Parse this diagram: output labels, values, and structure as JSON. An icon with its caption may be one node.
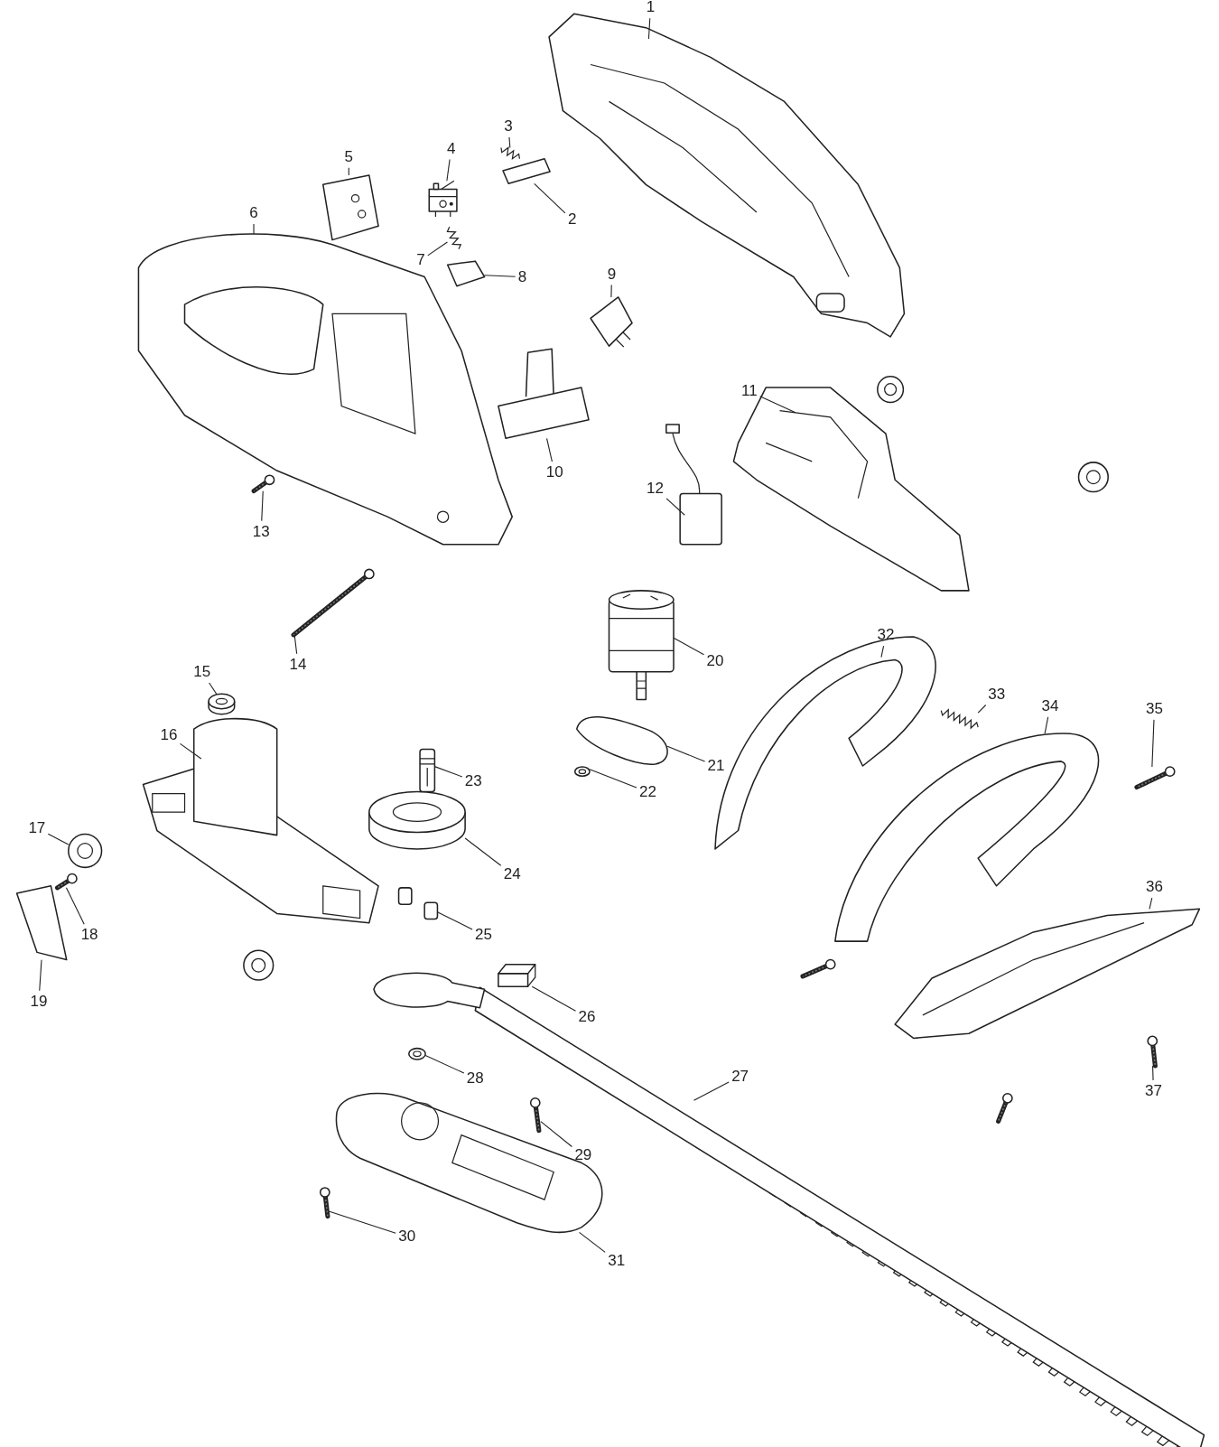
{
  "diagram": {
    "nodes": [
      {
        "text": [
          "1"
        ]
      },
      {
        "text": [
          "2"
        ]
      },
      {
        "text": [
          "3"
        ]
      },
      {
        "text": [
          "4"
        ]
      },
      {
        "text": [
          "5"
        ]
      },
      {
        "text": [
          "6"
        ]
      },
      {
        "text": [
          "7"
        ]
      },
      {
        "text": [
          "8"
        ]
      },
      {
        "text": [
          "9"
        ]
      },
      {
        "text": [
          "10"
        ]
      },
      {
        "text": [
          "11"
        ]
      },
      {
        "text": [
          "12"
        ]
      },
      {
        "text": [
          "13"
        ]
      },
      {
        "text": [
          "14"
        ]
      },
      {
        "text": [
          "15"
        ]
      },
      {
        "text": [
          "16"
        ]
      },
      {
        "text": [
          "17"
        ]
      },
      {
        "text": [
          "18"
        ]
      },
      {
        "text": [
          "19"
        ]
      },
      {
        "text": [
          "20"
        ]
      },
      {
        "text": [
          "21"
        ]
      },
      {
        "text": [
          "22"
        ]
      },
      {
        "text": [
          "23"
        ]
      },
      {
        "text": [
          "24"
        ]
      },
      {
        "text": [
          "25"
        ]
      },
      {
        "text": [
          "26"
        ]
      },
      {
        "text": [
          "27"
        ]
      },
      {
        "text": [
          "28"
        ]
      },
      {
        "text": [
          "29"
        ]
      },
      {
        "text": [
          "30"
        ]
      },
      {
        "text": [
          "31"
        ]
      },
      {
        "text": [
          "32"
        ]
      },
      {
        "text": [
          "33"
        ]
      },
      {
        "text": [
          "34"
        ]
      },
      {
        "text": [
          "35"
        ]
      },
      {
        "text": [
          "36"
        ]
      },
      {
        "text": [
          "37"
        ]
      },
      {
        "text": [],
        "shape": "picture"
      },
      {
        "text": [],
        "shape": "picture"
      },
      {
        "text": [],
        "shape": "picture"
      },
      {
        "text": [],
        "shape": "picture"
      },
      {
        "text": [],
        "shape": "picture"
      },
      {
        "text": [],
        "shape": "picture"
      },
      {
        "text": [],
        "shape": "picture"
      },
      {
        "text": [],
        "shape": "picture"
      },
      {
        "text": [],
        "shape": "picture"
      },
      {
        "text": [],
        "shape": "picture"
      },
      {
        "text": [],
        "shape": "picture"
      },
      {
        "text": [],
        "shape": "picture"
      },
      {
        "text": [],
        "shape": "picture"
      },
      {
        "text": [],
        "shape": "picture"
      },
      {
        "text": [],
        "shape": "picture"
      },
      {
        "text": [],
        "shape": "picture"
      },
      {
        "text": [],
        "shape": "picture"
      },
      {
        "text": [],
        "shape": "picture"
      },
      {
        "text": [],
        "shape": "picture"
      },
      {
        "text": [],
        "shape": "picture"
      },
      {
        "text": [],
        "shape": "picture"
      },
      {
        "text": [],
        "shape": "picture"
      },
      {
        "text": [],
        "shape": "picture"
      },
      {
        "text": [],
        "shape": "picture"
      },
      {
        "text": [],
        "shape": "picture"
      },
      {
        "text": [],
        "shape": "picture"
      },
      {
        "text": [],
        "shape": "picture"
      },
      {
        "text": [],
        "shape": "picture"
      },
      {
        "text": [],
        "shape": "picture"
      },
      {
        "text": [],
        "shape": "picture"
      },
      {
        "text": [],
        "shape": "picture"
      },
      {
        "text": [],
        "shape": "picture"
      },
      {
        "text": [],
        "shape": "picture"
      },
      {
        "text": [],
        "shape": "picture"
      },
      {
        "text": [],
        "shape": "picture"
      },
      {
        "text": [],
        "shape": "picture"
      },
      {
        "text": [],
        "shape": "picture"
      }
    ],
    "edges": [
      {
        "from": 0,
        "to": 37,
        "arrow": "none"
      },
      {
        "from": 1,
        "to": 38,
        "arrow": "none"
      },
      {
        "from": 2,
        "to": 39,
        "arrow": "none"
      },
      {
        "from": 3,
        "to": 40,
        "arrow": "none"
      },
      {
        "from": 4,
        "to": 41,
        "arrow": "none"
      },
      {
        "from": 5,
        "to": 42,
        "arrow": "none"
      },
      {
        "from": 6,
        "to": 43,
        "arrow": "none"
      },
      {
        "from": 7,
        "to": 44,
        "arrow": "none"
      },
      {
        "from": 8,
        "to": 45,
        "arrow": "none"
      },
      {
        "from": 9,
        "to": 46,
        "arrow": "none"
      },
      {
        "from": 10,
        "to": 47,
        "arrow": "none"
      },
      {
        "from": 11,
        "to": 48,
        "arrow": "none"
      },
      {
        "from": 12,
        "to": 49,
        "arrow": "none"
      },
      {
        "from": 13,
        "to": 50,
        "arrow": "none"
      },
      {
        "from": 14,
        "to": 51,
        "arrow": "none"
      },
      {
        "from": 15,
        "to": 52,
        "arrow": "none"
      },
      {
        "from": 16,
        "to": 53,
        "arrow": "none"
      },
      {
        "from": 17,
        "to": 54,
        "arrow": "none"
      },
      {
        "from": 18,
        "to": 55,
        "arrow": "none"
      },
      {
        "from": 19,
        "to": 56,
        "arrow": "none"
      },
      {
        "from": 20,
        "to": 57,
        "arrow": "none"
      },
      {
        "from": 21,
        "to": 58,
        "arrow": "none"
      },
      {
        "from": 22,
        "to": 59,
        "arrow": "none"
      },
      {
        "from": 23,
        "to": 60,
        "arrow": "none"
      },
      {
        "from": 24,
        "to": 61,
        "arrow": "none"
      },
      {
        "from": 25,
        "to": 62,
        "arrow": "none"
      },
      {
        "from": 26,
        "to": 63,
        "arrow": "none"
      },
      {
        "from": 27,
        "to": 64,
        "arrow": "none"
      },
      {
        "from": 28,
        "to": 65,
        "arrow": "none"
      },
      {
        "from": 29,
        "to": 66,
        "arrow": "none"
      },
      {
        "from": 30,
        "to": 67,
        "arrow": "none"
      },
      {
        "from": 31,
        "to": 68,
        "arrow": "none"
      },
      {
        "from": 32,
        "to": 69,
        "arrow": "none"
      },
      {
        "from": 33,
        "to": 70,
        "arrow": "none"
      },
      {
        "from": 34,
        "to": 71,
        "arrow": "none"
      },
      {
        "from": 35,
        "to": 72,
        "arrow": "none"
      },
      {
        "from": 36,
        "to": 73,
        "arrow": "none"
      }
    ]
  }
}
